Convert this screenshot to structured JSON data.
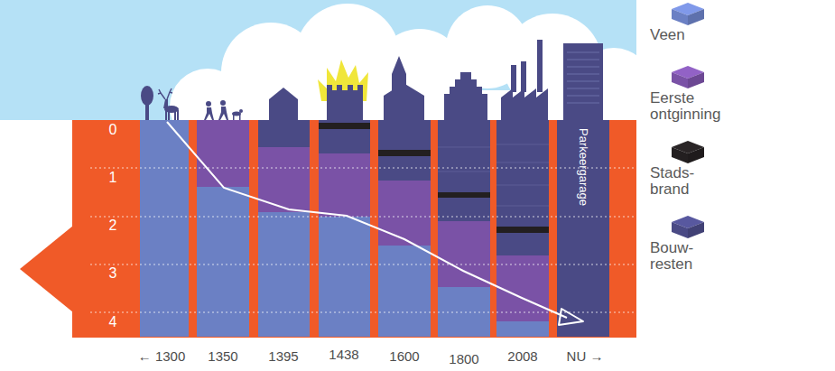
{
  "diagram": {
    "nodes": [
      {
        "text": [
          "Parkeergarage"
        ]
      }
    ],
    "labels": [
      "0",
      "1",
      "2",
      "3",
      "4",
      "← 1300",
      "1350",
      "1395",
      "1438",
      "1600",
      "1800",
      "2008",
      "NU →"
    ],
    "legend": [
      {
        "text": "Veen",
        "color": "#6b80c4"
      },
      {
        "text": "Eerste ontginning",
        "color": "#7a52a6"
      },
      {
        "text": "Stads- brand",
        "color": "#231f20"
      },
      {
        "text": "Bouw- resten",
        "color": "#4a4a85"
      }
    ]
  }
}
